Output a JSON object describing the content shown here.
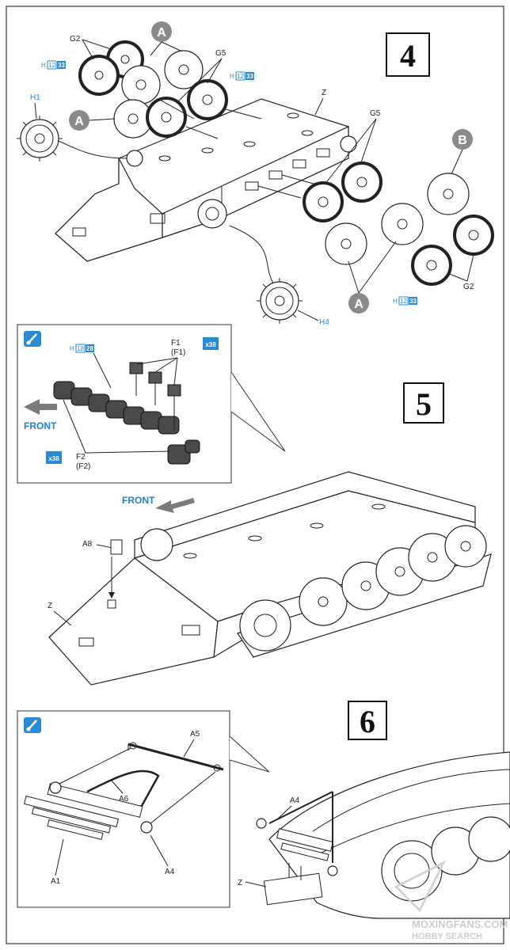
{
  "steps": {
    "step4": {
      "number": "4"
    },
    "step5": {
      "number": "5"
    },
    "step6": {
      "number": "6"
    }
  },
  "step4_labels": {
    "g2_top": "G2",
    "g2_bottom": "G2",
    "g5_top": "G5",
    "g5_right": "G5",
    "h1": "H1",
    "h4": "H4",
    "z": "Z",
    "callout_a": "A",
    "callout_b": "B",
    "color_ref_h": "H",
    "color_ref_12": "12",
    "color_ref_33": "33"
  },
  "step5_labels": {
    "f1": "F1",
    "f1_paren": "(F1)",
    "f2": "F2",
    "f2_paren": "(F2)",
    "qty": "x38",
    "front_inset": "FRONT",
    "front_main": "FRONT",
    "color_ref_h": "H",
    "color_ref_18": "18",
    "color_ref_28": "28",
    "a8": "A8",
    "z": "Z"
  },
  "step6_labels": {
    "a5": "A5",
    "a6": "A6",
    "a1": "A1",
    "a4_inset": "A4",
    "a4_main": "A4",
    "z": "Z"
  },
  "watermark": {
    "line1": "MOXINGFANS.COM",
    "line2": "HOBBY SEARCH"
  },
  "colors": {
    "accent_blue": "#2a8ad4",
    "callout_gray": "#8a8a8a",
    "ink": "#222222"
  },
  "icons": [
    "paint-brush-icon",
    "paint-brush-icon"
  ]
}
